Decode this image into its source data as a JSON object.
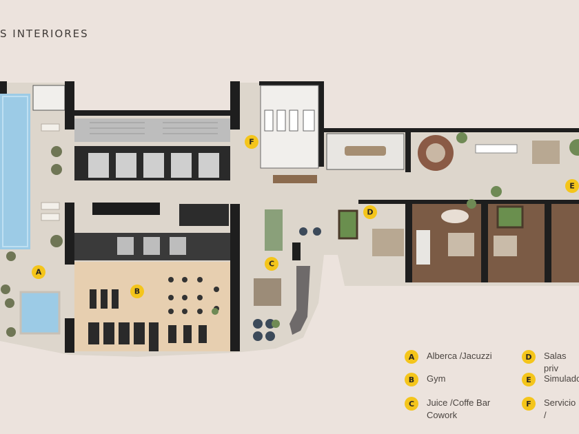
{
  "heading": "S INTERIORES",
  "markers": {
    "A": "A",
    "B": "B",
    "C": "C",
    "D": "D",
    "E": "E",
    "F": "F"
  },
  "legend": [
    {
      "key": "A",
      "label": "Alberca /Jacuzzi"
    },
    {
      "key": "B",
      "label": "Gym"
    },
    {
      "key": "C",
      "label": "Juice /Coffe Bar\nCowork"
    },
    {
      "key": "D",
      "label": "Salas priv"
    },
    {
      "key": "E",
      "label": "Simulado"
    },
    {
      "key": "F",
      "label": "Servicio /"
    }
  ],
  "colors": {
    "background": "#ece3dd",
    "marker": "#f4c51b",
    "wall": "#1e1e1e",
    "pool": "#9ccbe6",
    "floor": "#ddd6cc",
    "gym_floor": "#e7cfb0",
    "wood_floor": "#7b5b45"
  }
}
